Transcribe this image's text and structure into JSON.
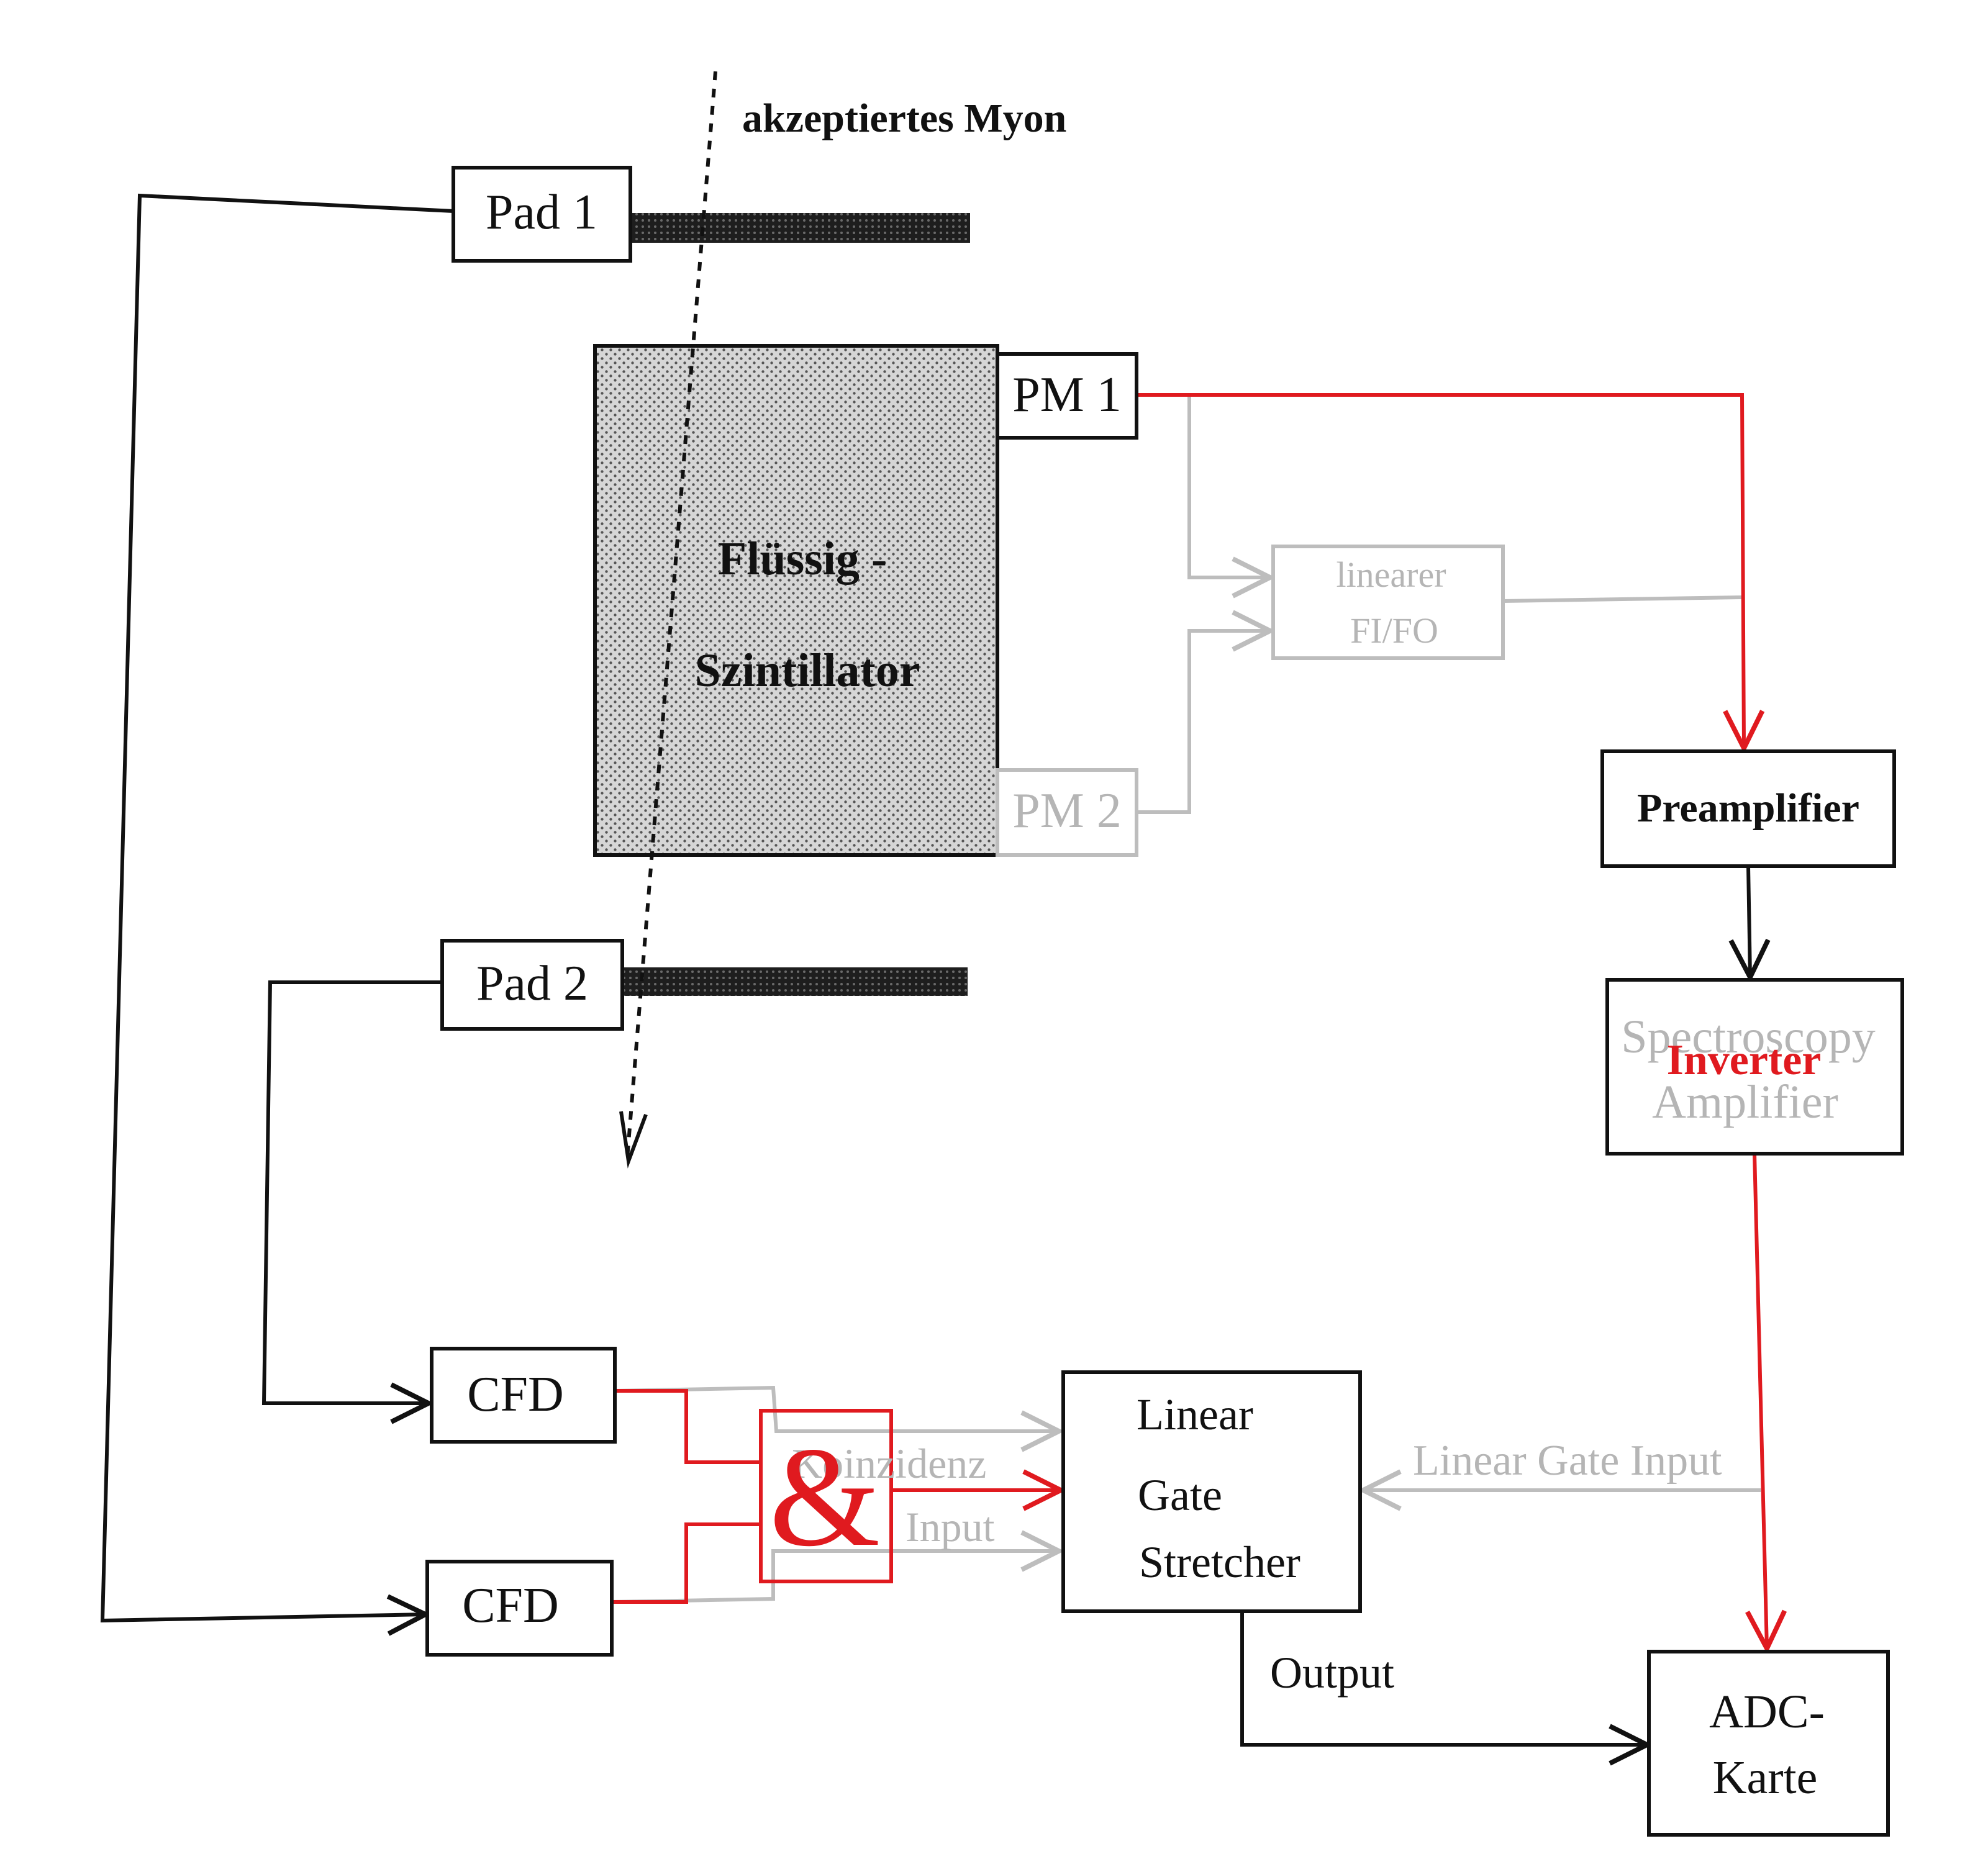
{
  "labels": {
    "muon": "akzeptiertes Myon",
    "pad1": "Pad 1",
    "pad2": "Pad 2",
    "pm1": "PM 1",
    "pm2": "PM 2",
    "scint_line1": "Flüssig -",
    "scint_line2": "Szintillator",
    "fifo_line1": "linearer",
    "fifo_line2": "FI/FO",
    "preamp": "Preamplifier",
    "spectro_line1": "Spectroscopy",
    "spectro_line2": "Amplifier",
    "inverter": "Inverter",
    "cfd_top": "CFD",
    "cfd_bottom": "CFD",
    "and_symbol": "&",
    "koinzidenz": "Koinzidenz",
    "input": "Input",
    "lgs_line1": "Linear",
    "lgs_line2": "Gate",
    "lgs_line3": "Stretcher",
    "linear_gate_input": "Linear Gate Input",
    "output": "Output",
    "adc_line1": "ADC-",
    "adc_line2": "Karte"
  },
  "colors": {
    "ink": "#111111",
    "highlight": "#e01a1f",
    "faded": "#bdbdbd",
    "scintillator_fill": "#c8c8c8"
  }
}
